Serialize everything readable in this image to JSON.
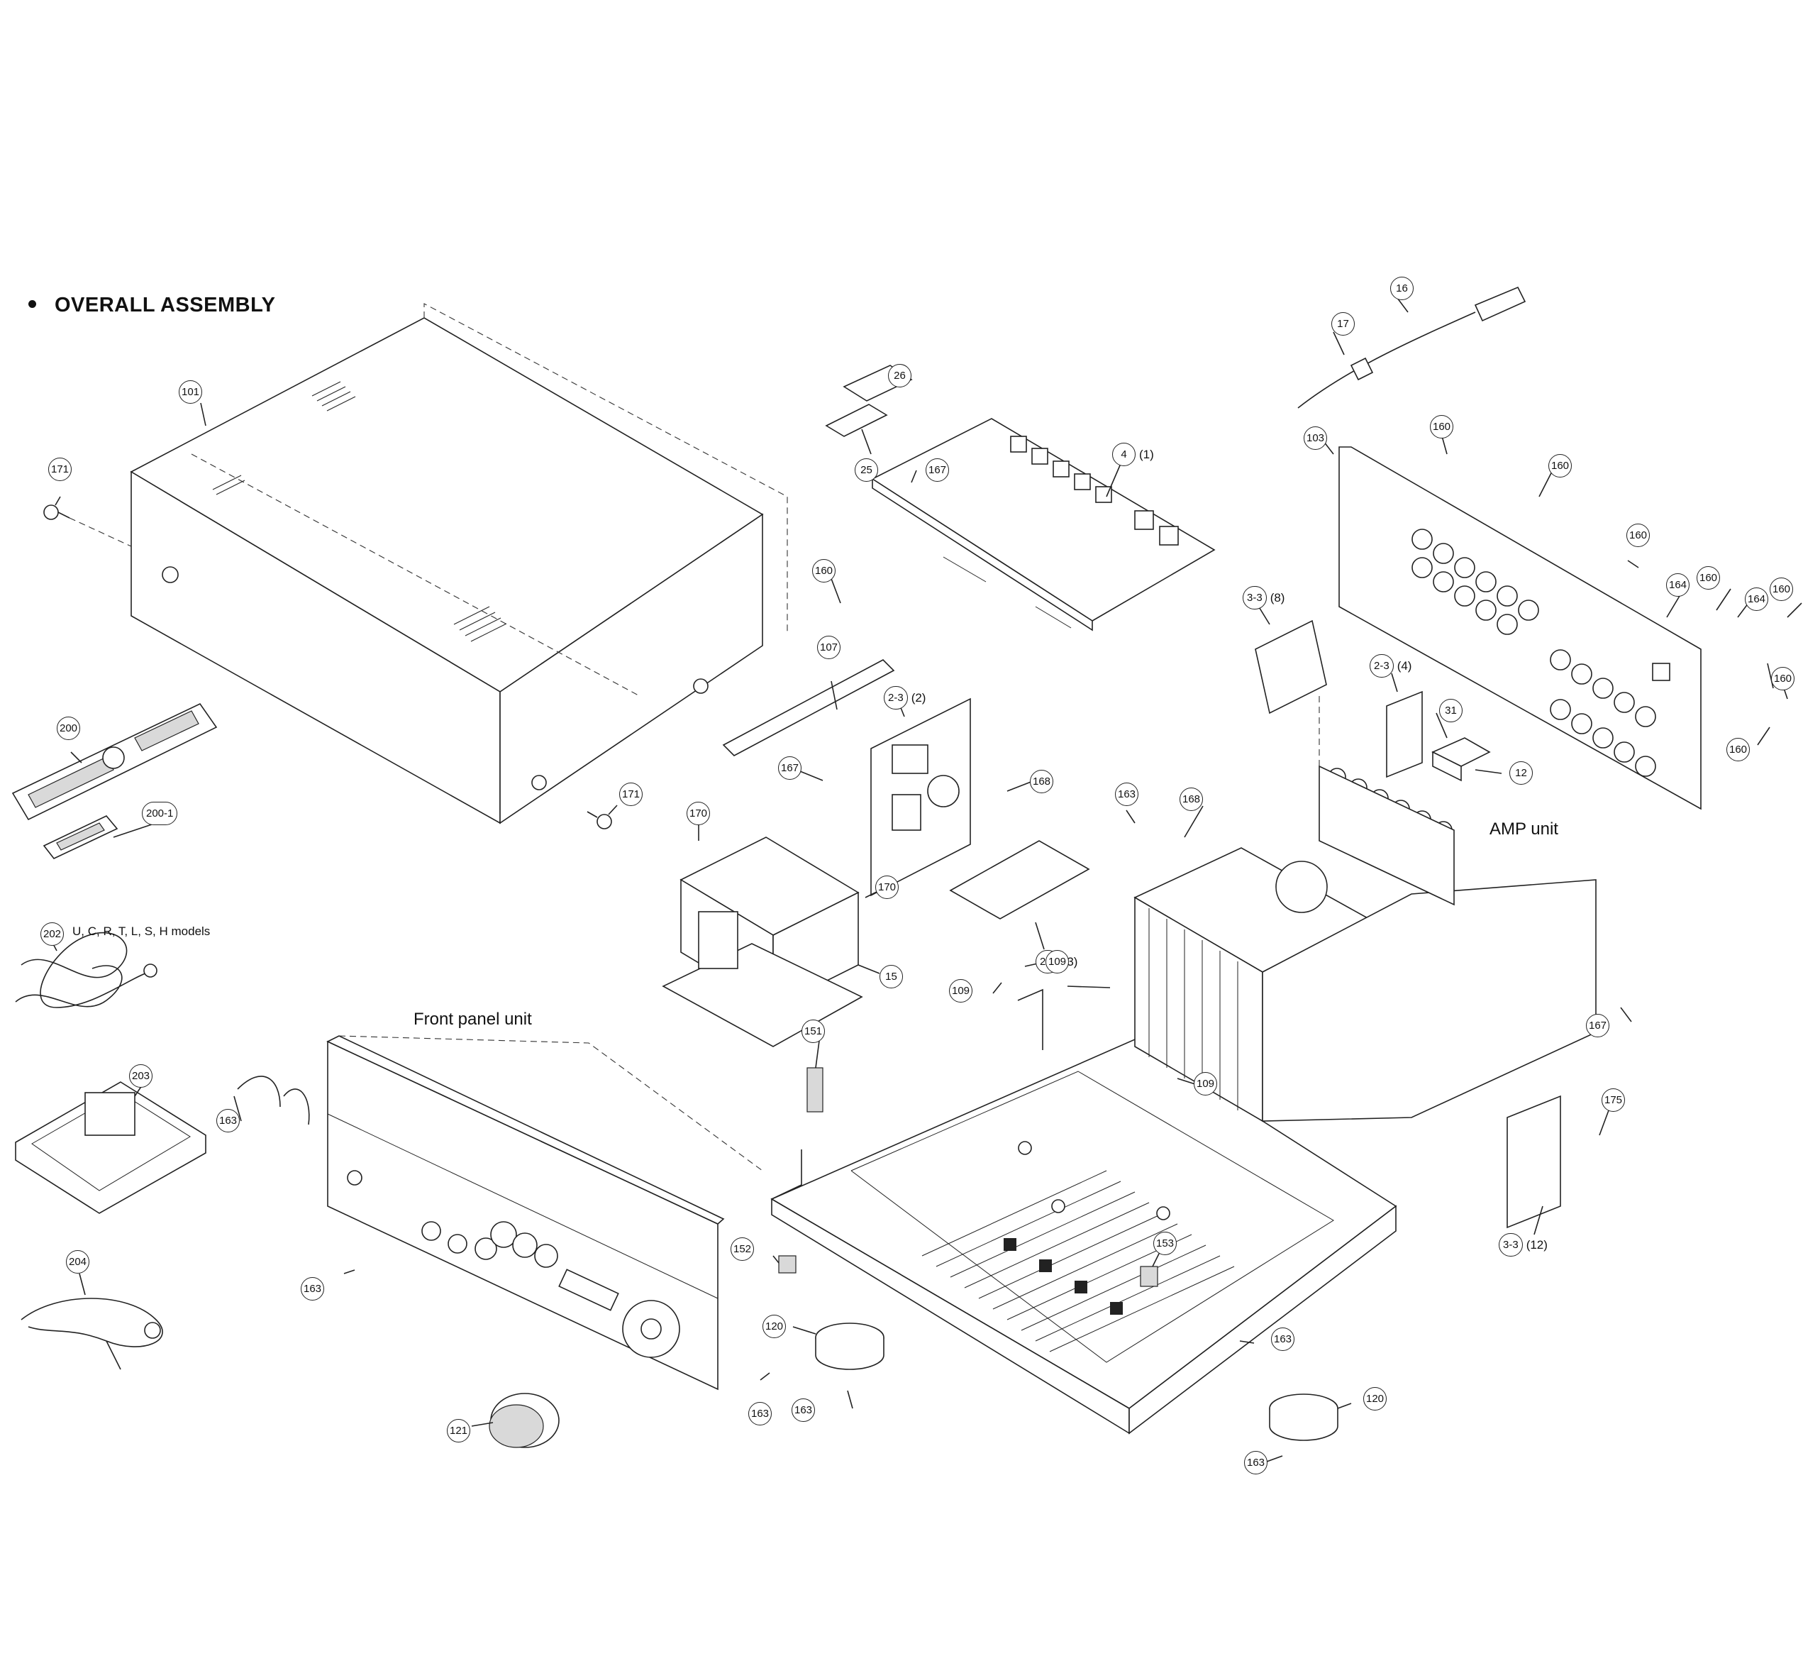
{
  "title": "OVERALL ASSEMBLY",
  "unit_labels": {
    "front_panel": "Front panel unit",
    "amp": "AMP unit"
  },
  "model_note": "U, C, R, T, L, S, H  models",
  "markers": {
    "m101": "101",
    "m171a": "171",
    "m171b": "171",
    "m200": "200",
    "m200_1": "200-1",
    "m202": "202",
    "m203": "203",
    "m204": "204",
    "m26": "26",
    "m25": "25",
    "m167a": "167",
    "m4": "4",
    "m4_sub": "(1)",
    "m160a": "160",
    "m107": "107",
    "m2_3a": "2-3",
    "m2_3a_sub": "(2)",
    "m167b": "167",
    "m168a": "168",
    "m170a": "170",
    "m170b": "170",
    "m2_3b": "2-3",
    "m2_3b_sub": "(3)",
    "m15": "15",
    "m109a": "109",
    "m109b": "109",
    "m163a": "163",
    "m168b": "168",
    "m17": "17",
    "m16": "16",
    "m103": "103",
    "m160b": "160",
    "m160c": "160",
    "m160d": "160",
    "m3_3a": "3-3",
    "m3_3a_sub": "(8)",
    "m2_3c": "2-3",
    "m2_3c_sub": "(4)",
    "m31": "31",
    "m12": "12",
    "m164a": "164",
    "m160e": "160",
    "m164b": "164",
    "m160f": "160",
    "m160g": "160",
    "m160h": "160",
    "m167c": "167",
    "m175": "175",
    "m3_3b": "3-3",
    "m3_3b_sub": "(12)",
    "m151": "151",
    "m109c": "109",
    "m163b": "163",
    "m163c": "163",
    "m163d": "163",
    "m152": "152",
    "m153": "153",
    "m120a": "120",
    "m163e": "163",
    "m121": "121",
    "m163f": "163",
    "m120b": "120",
    "m163g": "163"
  }
}
